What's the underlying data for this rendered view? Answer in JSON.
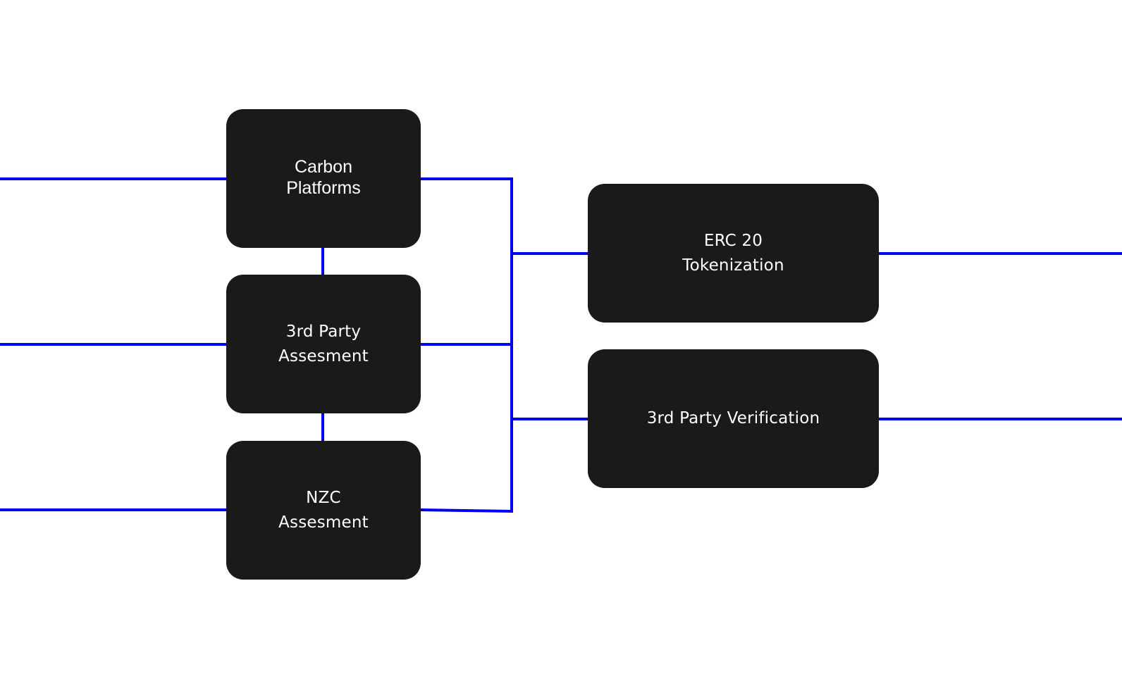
{
  "diagram": {
    "colors": {
      "background": "#ffffff",
      "node_fill": "#1a1a1a",
      "node_text": "#ffffff",
      "connector": "#0000ee"
    },
    "nodes": [
      {
        "id": "carbon-platforms",
        "lines": [
          "Carbon",
          "Platforms"
        ]
      },
      {
        "id": "third-party-assessment",
        "lines": [
          "3rd Party",
          "Assesment"
        ]
      },
      {
        "id": "nzc-assessment",
        "lines": [
          "NZC",
          "Assesment"
        ]
      },
      {
        "id": "erc20-tokenization",
        "lines": [
          "ERC 20",
          "Tokenization"
        ]
      },
      {
        "id": "third-party-verification",
        "lines": [
          "3rd Party Verification"
        ]
      }
    ],
    "edges": [
      {
        "from": "offscreen-left",
        "to": "carbon-platforms"
      },
      {
        "from": "offscreen-left",
        "to": "third-party-assessment"
      },
      {
        "from": "offscreen-left",
        "to": "nzc-assessment"
      },
      {
        "from": "carbon-platforms",
        "to": "third-party-assessment"
      },
      {
        "from": "third-party-assessment",
        "to": "nzc-assessment"
      },
      {
        "from": "carbon-platforms",
        "to": "bus"
      },
      {
        "from": "third-party-assessment",
        "to": "bus"
      },
      {
        "from": "nzc-assessment",
        "to": "bus"
      },
      {
        "from": "bus",
        "to": "erc20-tokenization"
      },
      {
        "from": "bus",
        "to": "third-party-verification"
      },
      {
        "from": "erc20-tokenization",
        "to": "offscreen-right"
      },
      {
        "from": "third-party-verification",
        "to": "offscreen-right"
      }
    ]
  }
}
